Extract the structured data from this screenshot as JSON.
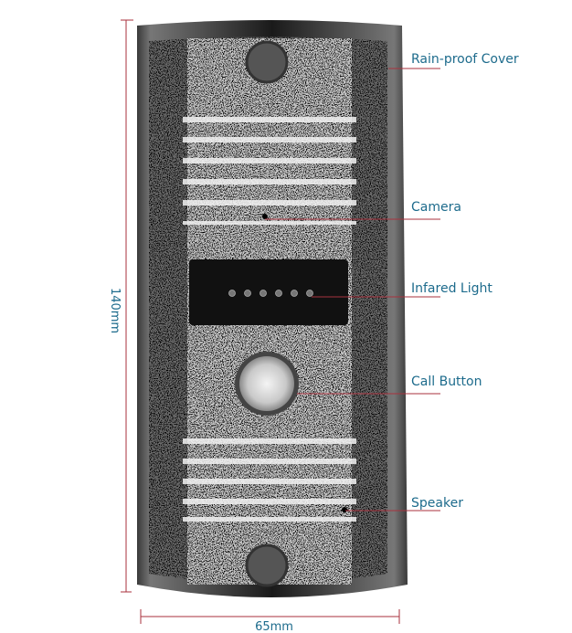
{
  "labels": {
    "rain_cover": "Rain-proof Cover",
    "camera": "Camera",
    "infrared": "Infared Light",
    "call_button": "Call Button",
    "speaker": "Speaker"
  },
  "dimensions": {
    "height": "140mm",
    "width": "65mm"
  },
  "colors": {
    "label_text": "#1d6b8c",
    "leader_line": "#a8323e"
  }
}
